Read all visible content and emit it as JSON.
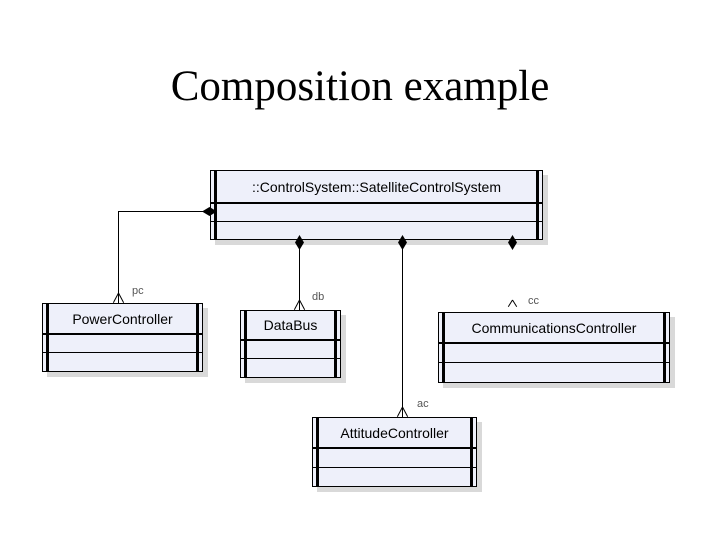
{
  "slide": {
    "title": "Composition example",
    "background_color": "#ffffff",
    "box_fill_color": "#eef0fa",
    "line_color": "#000000",
    "shadow_color": "#d9d9d9"
  },
  "diagram": {
    "type": "uml-composition-diagram",
    "whole": {
      "name": "::ControlSystem::SatelliteControlSystem",
      "compartments": 3
    },
    "parts": [
      {
        "name": "PowerController",
        "role": "pc",
        "compartments": 3
      },
      {
        "name": "DataBus",
        "role": "db",
        "compartments": 3
      },
      {
        "name": "CommunicationsController",
        "role": "cc",
        "compartments": 3
      },
      {
        "name": "AttitudeController",
        "role": "ac",
        "compartments": 3
      }
    ],
    "relationship_kind": "composition",
    "adornment": "filled-diamond"
  }
}
